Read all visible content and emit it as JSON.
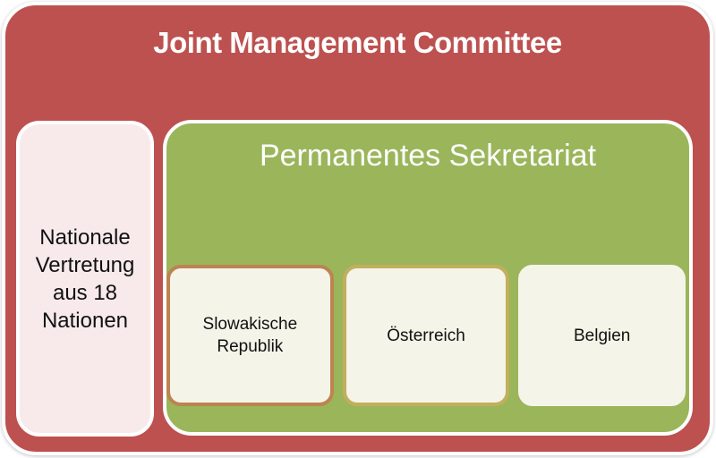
{
  "diagram": {
    "title": "Joint Management Committee",
    "national_box": {
      "label": "Nationale Vertretung aus 18 Nationen"
    },
    "secretariat": {
      "title": "Permanentes Sekretariat",
      "members": [
        {
          "label": "Slowakische Republik",
          "border_color": "#bd8351"
        },
        {
          "label": "Österreich",
          "border_color": "#c2af5d"
        },
        {
          "label": "Belgien",
          "border_color": "#f4f4e9"
        }
      ]
    },
    "colors": {
      "outer_background": "#bd5150",
      "secretariat_background": "#9bb55b",
      "national_box_background": "#f8eaeb",
      "member_box_background": "#f4f4e9",
      "frame_border": "#ffffff",
      "text_dark": "#111111",
      "text_light": "#ffffff"
    }
  }
}
